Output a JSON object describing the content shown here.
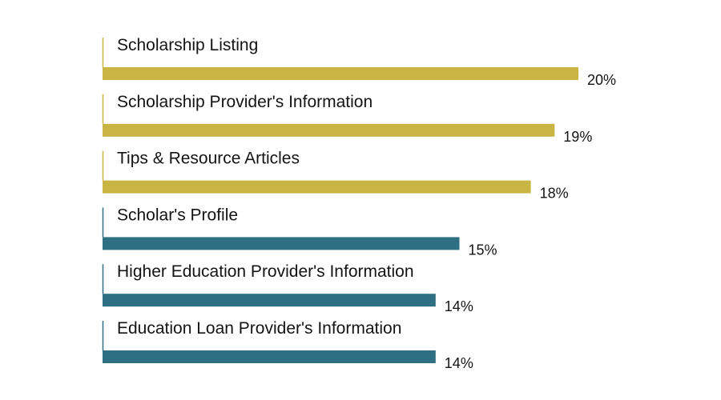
{
  "chart_data": {
    "type": "bar",
    "orientation": "horizontal",
    "categories": [
      "Scholarship Listing",
      "Scholarship Provider's Information",
      "Tips & Resource Articles",
      "Scholar's Profile",
      "Higher Education Provider's Information",
      "Education Loan Provider's Information"
    ],
    "values": [
      20,
      19,
      18,
      15,
      14,
      14
    ],
    "value_labels": [
      "20%",
      "19%",
      "18%",
      "15%",
      "14%",
      "14%"
    ],
    "unit": "%",
    "xlim": [
      0,
      20
    ],
    "grid": false,
    "legend": "none",
    "colors": [
      "#c9b544",
      "#c9b544",
      "#c9b544",
      "#2f6f84",
      "#2f6f84",
      "#2f6f84"
    ]
  }
}
